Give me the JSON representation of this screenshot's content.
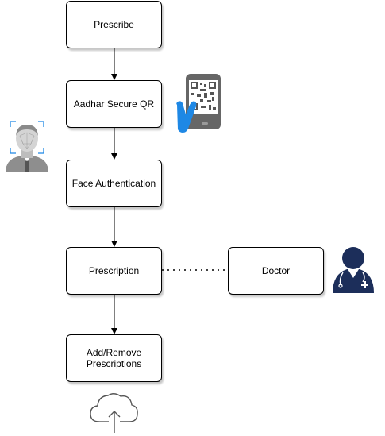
{
  "nodes": {
    "prescribe": "Prescribe",
    "aadhar": "Aadhar Secure QR",
    "face": "Face Authentication",
    "prescription": "Prescription",
    "doctor": "Doctor",
    "add_remove": "Add/Remove\nPrescriptions"
  },
  "icons": {
    "qr_phone": "qr-code-phone-icon",
    "face_scan": "face-scan-person-icon",
    "doctor": "doctor-icon",
    "cloud": "cloud-upload-icon"
  },
  "colors": {
    "border": "#000000",
    "icon_gray": "#6b6b6b",
    "accent_blue": "#1e88e5",
    "doctor_navy": "#1c2e5a"
  }
}
